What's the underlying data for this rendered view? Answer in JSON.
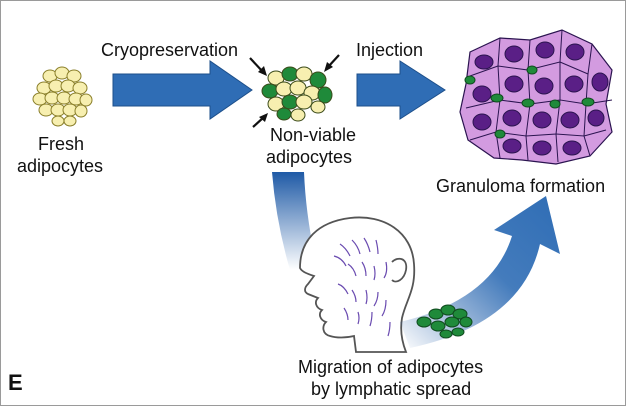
{
  "figure": {
    "panel_letter": "E",
    "labels": {
      "fresh_line1": "Fresh",
      "fresh_line2": "adipocytes",
      "cryopreservation": "Cryopreservation",
      "nonviable_line1": "Non-viable",
      "nonviable_line2": "adipocytes",
      "injection": "Injection",
      "granuloma": "Granuloma formation",
      "migration_line1": "Migration of adipocytes",
      "migration_line2": "by lymphatic spread"
    },
    "colors": {
      "arrow_blue": "#2f6db5",
      "fat_cell_yellow": "#f7efb0",
      "nonviable_green": "#1f8a3a",
      "granuloma_cell_pink": "#d39be0",
      "granuloma_nucleus_purple": "#5a1f86",
      "face_line_purple": "#6a4bb0"
    }
  }
}
